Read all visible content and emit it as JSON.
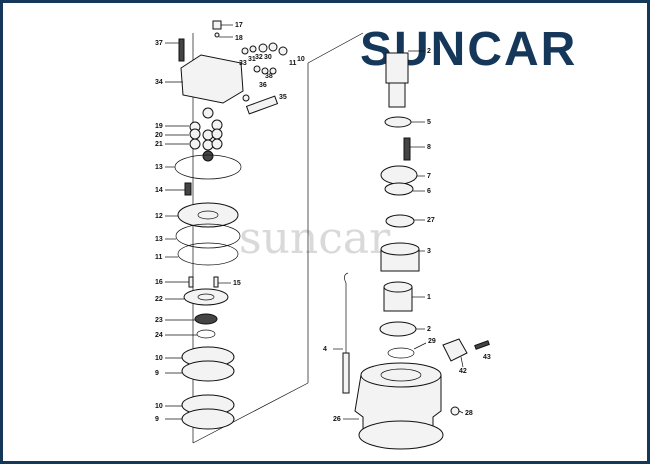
{
  "brand": {
    "name": "SUNCAR",
    "watermark": "suncar",
    "accent_color": "#14375a"
  },
  "left_labels": [
    "37",
    "17",
    "18",
    "33",
    "31",
    "32",
    "30",
    "10",
    "11",
    "36",
    "34",
    "38",
    "35",
    "19",
    "20",
    "21",
    "13",
    "14",
    "12",
    "13",
    "11",
    "16",
    "15",
    "22",
    "23",
    "24",
    "10",
    "9",
    "10",
    "9"
  ],
  "right_labels": [
    "2",
    "5",
    "8",
    "7",
    "6",
    "27",
    "3",
    "1",
    "2",
    "29",
    "4",
    "42",
    "43",
    "28",
    "26"
  ]
}
